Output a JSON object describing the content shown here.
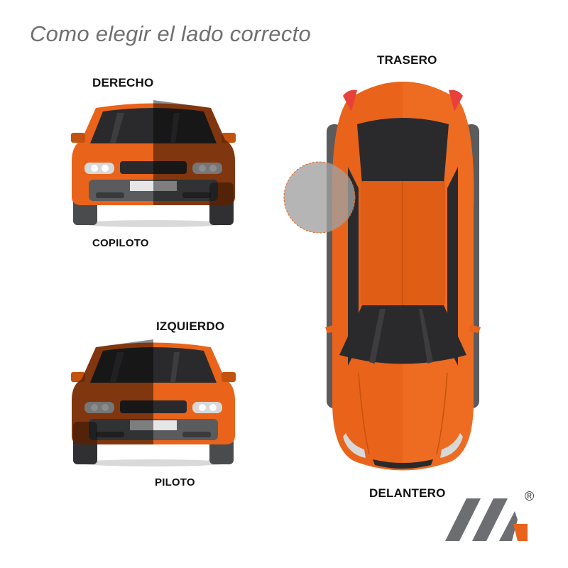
{
  "title": "Como elegir el lado correcto",
  "labels": {
    "rear": "TRASERO",
    "right": "DERECHO",
    "copilot": "COPILOTO",
    "left": "IZQUIERDO",
    "pilot": "PILOTO",
    "front": "DELANTERO"
  },
  "logo": {
    "registered_mark": "®"
  },
  "colors": {
    "car_orange": "#e9631a",
    "car_orange_dark": "#c4520f",
    "shadow_overlay": "rgba(0,0,0,0.45)",
    "tire_gray": "#5a5b5d",
    "window_dark": "#2a2a2c",
    "title_gray": "#6f6f70",
    "logo_gray": "#6d6e71",
    "logo_orange": "#e9631a"
  }
}
